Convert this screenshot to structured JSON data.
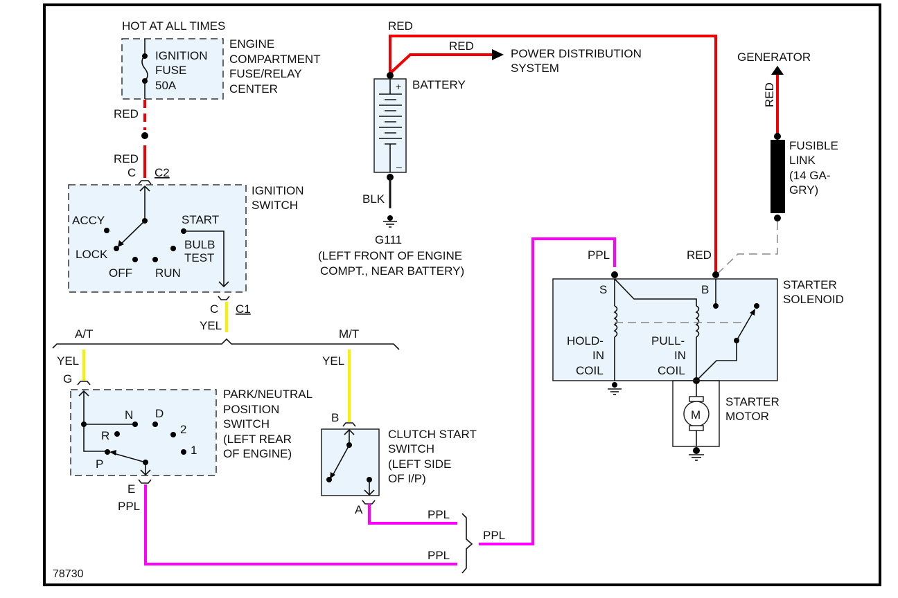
{
  "diagram_id": "78730",
  "colors": {
    "red_wire": "#f00000",
    "yellow_wire": "#f6f200",
    "purple_wire": "#ff00ff",
    "black_wire": "#111111",
    "component_fill": "#e9f4fc"
  },
  "fuse_block": {
    "header": "HOT AT ALL TIMES",
    "fuse_lines": [
      "IGNITION",
      "FUSE",
      "50A"
    ],
    "name_lines": [
      "ENGINE",
      "COMPARTMENT",
      "FUSE/RELAY",
      "CENTER"
    ]
  },
  "wires": {
    "fuse_out": "RED",
    "to_ign": "RED",
    "batt_main": "RED",
    "batt_branch": "RED",
    "batt_ground": "BLK",
    "generator": "RED",
    "ign_out": "YEL",
    "at_feed": "YEL",
    "mt_feed": "YEL",
    "pn_out": "PPL",
    "clutch_out": "PPL",
    "pn_to_brace": "PPL",
    "merged": "PPL",
    "solenoid_s": "PPL",
    "solenoid_b": "RED"
  },
  "ignition_switch": {
    "name_lines": [
      "IGNITION",
      "SWITCH"
    ],
    "top_pin": "C",
    "top_connector": "C2",
    "bottom_pin": "C",
    "bottom_connector": "C1",
    "positions": {
      "accy": "ACCY",
      "lock": "LOCK",
      "off": "OFF",
      "run": "RUN",
      "start": "START",
      "bulb_test_lines": [
        "BULB",
        "TEST"
      ]
    }
  },
  "battery": {
    "label": "BATTERY",
    "plus": "+",
    "minus": "–"
  },
  "power_distribution": {
    "lines": [
      "POWER DISTRIBUTION",
      "SYSTEM"
    ]
  },
  "ground_g111": {
    "id": "G111",
    "location_lines": [
      "(LEFT FRONT OF ENGINE",
      "COMPT., NEAR BATTERY)"
    ]
  },
  "generator": {
    "label": "GENERATOR"
  },
  "fusible_link": {
    "lines": [
      "FUSIBLE",
      "LINK",
      "(14 GA-",
      "GRY)"
    ]
  },
  "transmission_branches": {
    "at": "A/T",
    "mt": "M/T"
  },
  "park_neutral_switch": {
    "name_lines": [
      "PARK/NEUTRAL",
      "POSITION",
      "SWITCH",
      "(LEFT REAR",
      "OF ENGINE)"
    ],
    "top_pin": "G",
    "bottom_pin": "E",
    "positions": {
      "n": "N",
      "d": "D",
      "r": "R",
      "two": "2",
      "one": "1",
      "p": "P"
    }
  },
  "clutch_switch": {
    "name_lines": [
      "CLUTCH START",
      "SWITCH",
      "(LEFT SIDE",
      "OF I/P)"
    ],
    "top_pin": "B",
    "bottom_pin": "A"
  },
  "starter_solenoid": {
    "name_lines": [
      "STARTER",
      "SOLENOID"
    ],
    "terminal_s": "S",
    "terminal_b": "B",
    "hold_coil_lines": [
      "HOLD-",
      "IN",
      "COIL"
    ],
    "pull_coil_lines": [
      "PULL-",
      "IN",
      "COIL"
    ]
  },
  "starter_motor": {
    "name_lines": [
      "STARTER",
      "MOTOR"
    ],
    "symbol": "M"
  }
}
